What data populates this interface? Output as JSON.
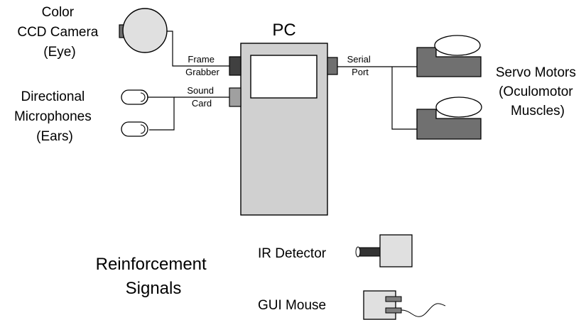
{
  "camera": {
    "lines": [
      "Color",
      "CCD Camera",
      "(Eye)"
    ]
  },
  "microphones": {
    "lines": [
      "Directional",
      "Microphones",
      "(Ears)"
    ]
  },
  "pc": {
    "title": "PC"
  },
  "frame_grabber": {
    "lines": [
      "Frame",
      "Grabber"
    ]
  },
  "sound_card": {
    "lines": [
      "Sound",
      "Card"
    ]
  },
  "serial_port": {
    "lines": [
      "Serial",
      "Port"
    ]
  },
  "servo_motors": {
    "lines": [
      "Servo Motors",
      "(Oculomotor",
      "Muscles)"
    ]
  },
  "reinforcement": {
    "lines": [
      "Reinforcement",
      "Signals"
    ]
  },
  "ir_detector": {
    "label": "IR Detector"
  },
  "gui_mouse": {
    "label": "GUI Mouse"
  },
  "colors": {
    "pc_body": "#d0d0d0",
    "port_dark": "#404040",
    "port_light": "#a0a0a0",
    "motor": "#707070",
    "ir_lens": "#333333"
  }
}
